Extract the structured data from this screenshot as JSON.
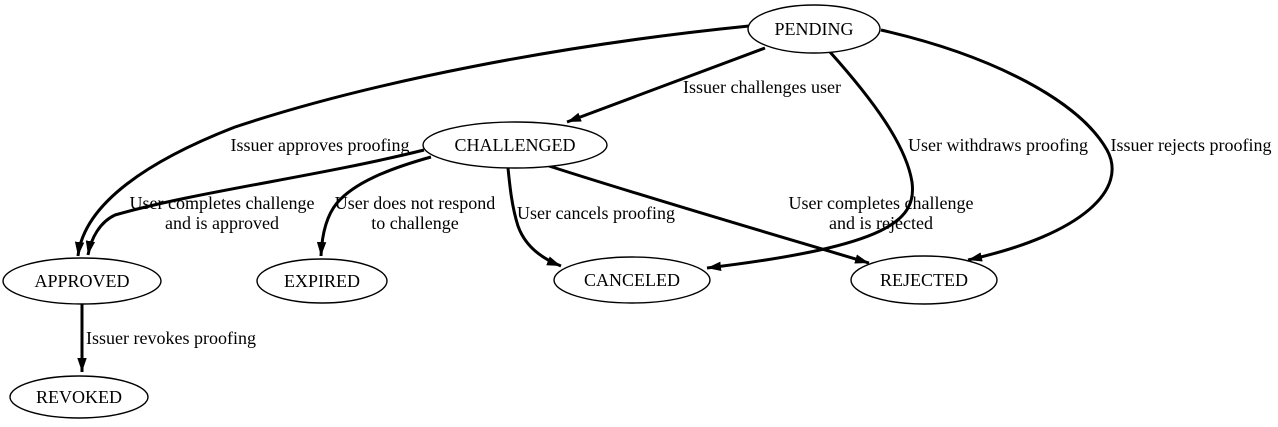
{
  "diagram": {
    "type": "state-machine-graph",
    "colors": {
      "background": "#ffffff",
      "line": "#000000",
      "text": "#000000",
      "node_fill": "#ffffff"
    },
    "nodes": [
      {
        "id": "pending",
        "label": "PENDING"
      },
      {
        "id": "challenged",
        "label": "CHALLENGED"
      },
      {
        "id": "approved",
        "label": "APPROVED"
      },
      {
        "id": "expired",
        "label": "EXPIRED"
      },
      {
        "id": "canceled",
        "label": "CANCELED"
      },
      {
        "id": "rejected",
        "label": "REJECTED"
      },
      {
        "id": "revoked",
        "label": "REVOKED"
      }
    ],
    "edges": [
      {
        "from": "PENDING",
        "to": "CHALLENGED",
        "label": "Issuer challenges user",
        "lines": [
          "Issuer challenges user"
        ]
      },
      {
        "from": "PENDING",
        "to": "APPROVED",
        "label": "Issuer approves proofing",
        "lines": [
          "Issuer approves proofing"
        ]
      },
      {
        "from": "CHALLENGED",
        "to": "APPROVED",
        "label": "User completes challenge and is approved",
        "lines": [
          "User completes challenge",
          "and is approved"
        ]
      },
      {
        "from": "CHALLENGED",
        "to": "EXPIRED",
        "label": "User does not respond to challenge",
        "lines": [
          "User does not respond",
          "to challenge"
        ]
      },
      {
        "from": "CHALLENGED",
        "to": "CANCELED",
        "label": "User cancels proofing",
        "lines": [
          "User cancels proofing"
        ]
      },
      {
        "from": "CHALLENGED",
        "to": "REJECTED",
        "label": "User completes challenge and is rejected",
        "lines": [
          "User completes challenge",
          "and is rejected"
        ]
      },
      {
        "from": "PENDING",
        "to": "CANCELED",
        "label": "User withdraws proofing",
        "lines": [
          "User withdraws proofing"
        ]
      },
      {
        "from": "PENDING",
        "to": "REJECTED",
        "label": "Issuer rejects proofing",
        "lines": [
          "Issuer rejects proofing"
        ]
      },
      {
        "from": "APPROVED",
        "to": "REVOKED",
        "label": "Issuer revokes proofing",
        "lines": [
          "Issuer revokes proofing"
        ]
      }
    ]
  }
}
